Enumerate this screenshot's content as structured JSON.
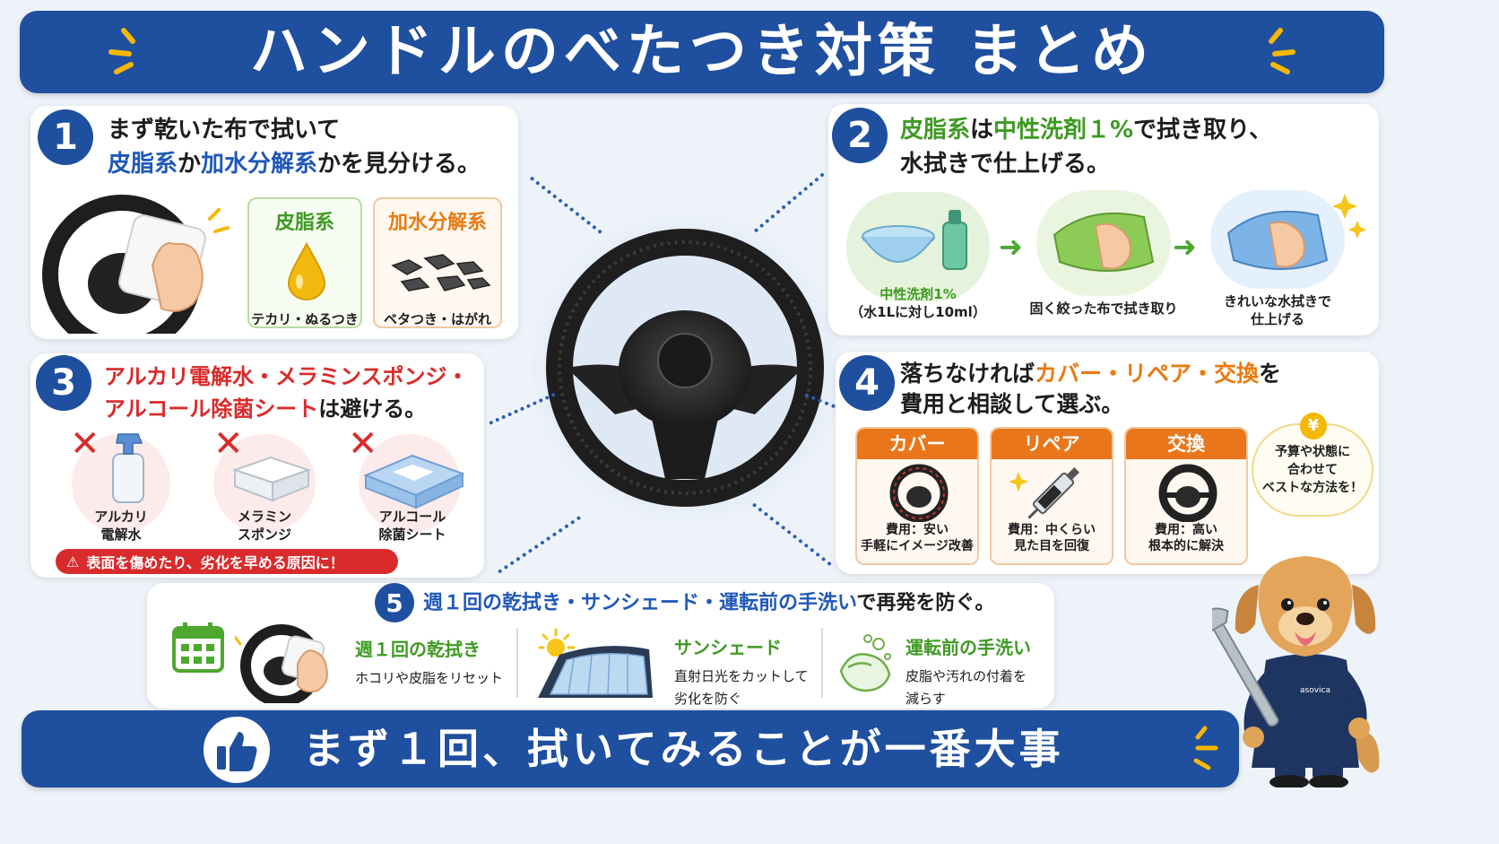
{
  "title": "ハンドルのべたつき対策 まとめ",
  "step1": {
    "num": "1",
    "line1": "まず乾いた布で拭いて",
    "line2_a": "皮脂系",
    "line2_b": "か",
    "line2_c": "加水分解系",
    "line2_d": "かを見分ける。",
    "box_a_title": "皮脂系",
    "box_a_caption": "テカリ・ぬるつき",
    "box_b_title": "加水分解系",
    "box_b_caption": "ベタつき・はがれ"
  },
  "step2": {
    "num": "2",
    "line1_a": "皮脂系",
    "line1_b": "は",
    "line1_c": "中性洗剤１%",
    "line1_d": "で拭き取り、",
    "line2": "水拭きで仕上げる。",
    "item1_a": "中性洗剤1%",
    "item1_b": "（水1Lに対し10ml）",
    "item2": "固く絞った布で拭き取り",
    "item3_a": "きれいな水拭きで",
    "item3_b": "仕上げる"
  },
  "step3": {
    "num": "3",
    "line1": "アルカリ電解水・メラミンスポンジ・",
    "line2_a": "アルコール除菌シート",
    "line2_b": "は避ける。",
    "item1_a": "アルカリ",
    "item1_b": "電解水",
    "item2_a": "メラミン",
    "item2_b": "スポンジ",
    "item3_a": "アルコール",
    "item3_b": "除菌シート",
    "warning": "表面を傷めたり、劣化を早める原因に！"
  },
  "step4": {
    "num": "4",
    "line1_a": "落ちなければ",
    "line1_b": "カバー・リペア・交換",
    "line1_c": "を",
    "line2": "費用と相談して選ぶ。",
    "options": [
      {
        "title": "カバー",
        "cost": "費用：安い",
        "desc": "手軽にイメージ改善"
      },
      {
        "title": "リペア",
        "cost": "費用：中くらい",
        "desc": "見た目を回復"
      },
      {
        "title": "交換",
        "cost": "費用：高い",
        "desc": "根本的に解決"
      }
    ],
    "bubble_yen": "¥",
    "bubble_1": "予算や状態に",
    "bubble_2": "合わせて",
    "bubble_3": "ベストな方法を！"
  },
  "step5": {
    "num": "5",
    "heading_a": "週１回の乾拭き・サンシェード・運転前の手洗い",
    "heading_b": "で再発を防ぐ。",
    "items": [
      {
        "title": "週１回の乾拭き",
        "desc1": "ホコリや皮脂をリセット",
        "desc2": ""
      },
      {
        "title": "サンシェード",
        "desc1": "直射日光をカットして",
        "desc2": "劣化を防ぐ"
      },
      {
        "title": "運転前の手洗い",
        "desc1": "皮脂や汚れの付着を",
        "desc2": "減らす"
      }
    ]
  },
  "footer": "まず１回、拭いてみることが一番大事",
  "mascot_label": "asovica",
  "colors": {
    "navy": "#1f4f9f",
    "green": "#3f9a23",
    "red": "#d92b2b",
    "orange": "#ea7a10",
    "yellow": "#f5b800"
  }
}
